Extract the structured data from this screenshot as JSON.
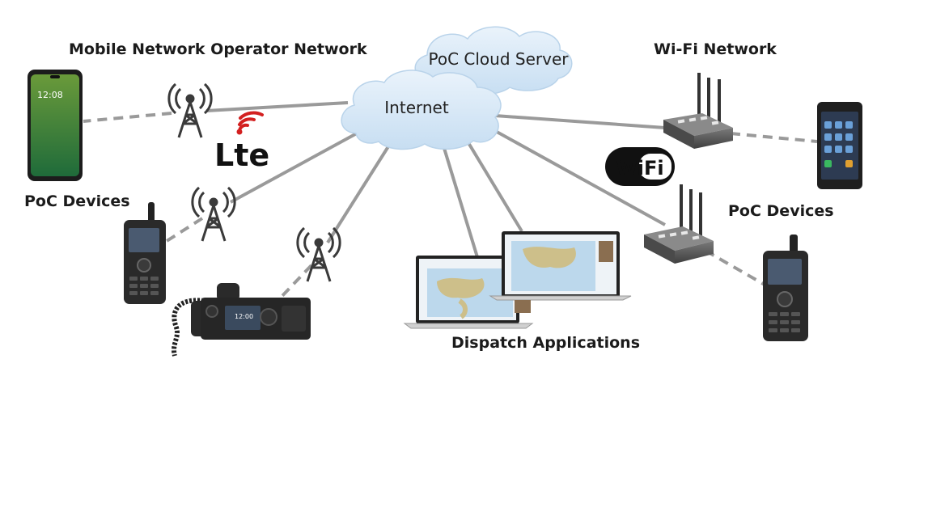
{
  "labels": {
    "mno_network": "Mobile Network Operator Network",
    "wifi_network": "Wi-Fi Network",
    "poc_devices_left": "PoC Devices",
    "poc_devices_right": "PoC Devices",
    "dispatch": "Dispatch Applications"
  },
  "clouds": {
    "cloud_server": "PoC Cloud Server",
    "internet": "Internet"
  },
  "logos": {
    "lte": "Lte",
    "wifi": "WiFi"
  },
  "devices": {
    "smartphone_time": "12:08",
    "radio_time": "12:00"
  },
  "colors": {
    "link": "#9a9a9a",
    "cloud": "#d6e8f7",
    "cloud_stroke": "#b9d3ea",
    "tower": "#3a3a3a",
    "lte_red": "#d32020",
    "device_dark": "#2a2a2a"
  }
}
